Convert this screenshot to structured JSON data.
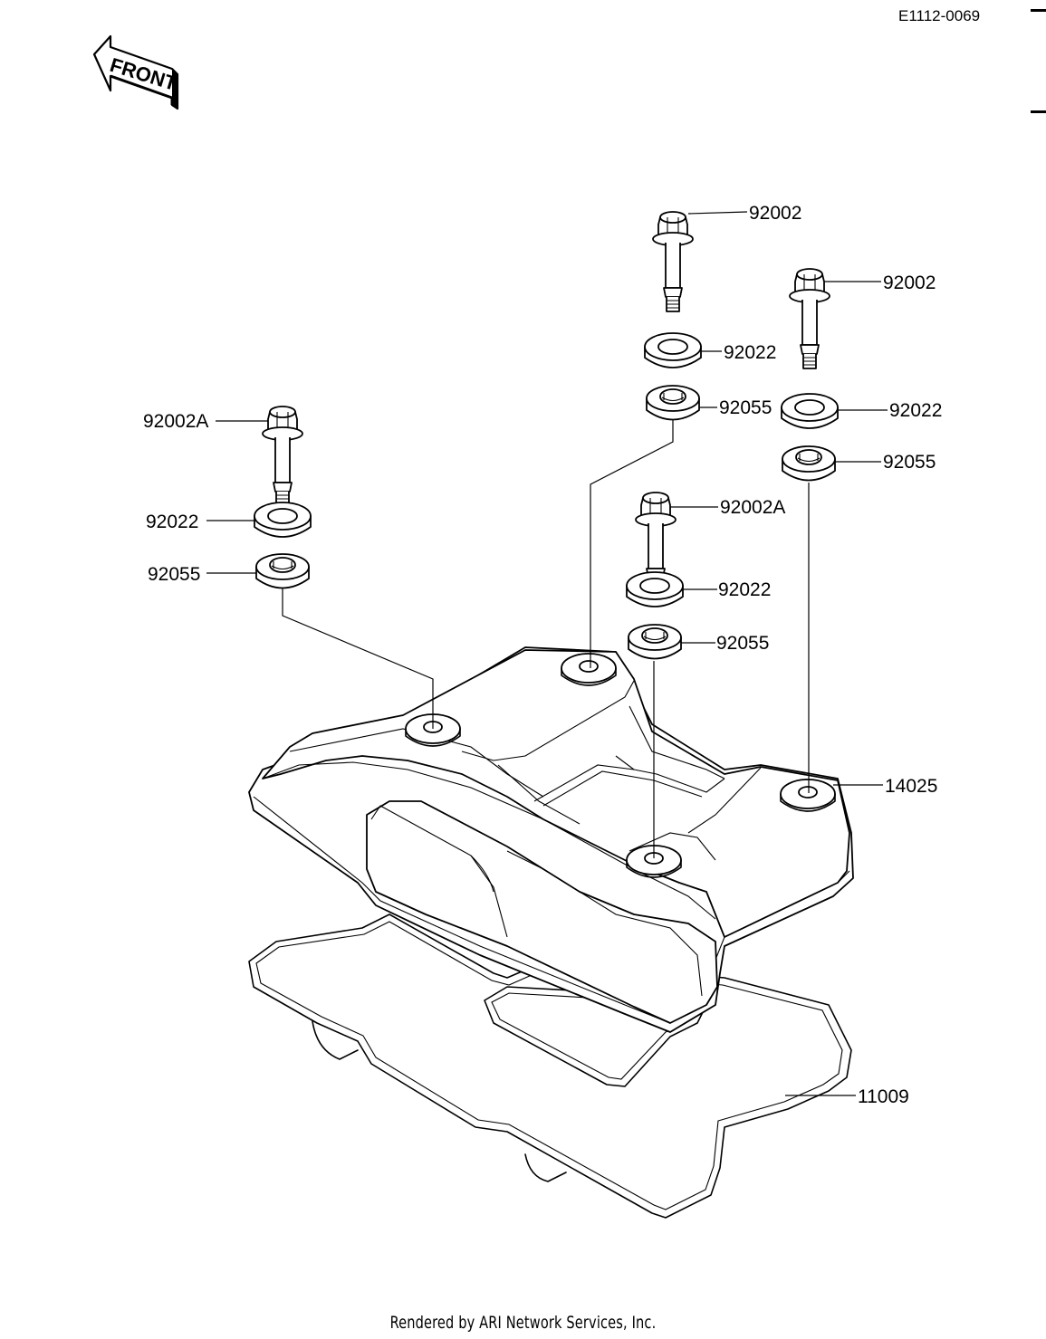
{
  "document": {
    "code": "E1112-0069",
    "footer": "Rendered by ARI Network Services, Inc.",
    "front_marker": "FRONT"
  },
  "callouts": {
    "bolt_top_center": "92002",
    "bolt_top_right": "92002",
    "washer_center_upper": "92022",
    "grommet_center_upper": "92055",
    "washer_right": "92022",
    "grommet_right": "92055",
    "bolt_left": "92002A",
    "washer_left": "92022",
    "grommet_left": "92055",
    "bolt_center_lower": "92002A",
    "washer_center_lower": "92022",
    "grommet_center_lower": "92055",
    "cover_grommet": "14025",
    "gasket": "11009"
  }
}
